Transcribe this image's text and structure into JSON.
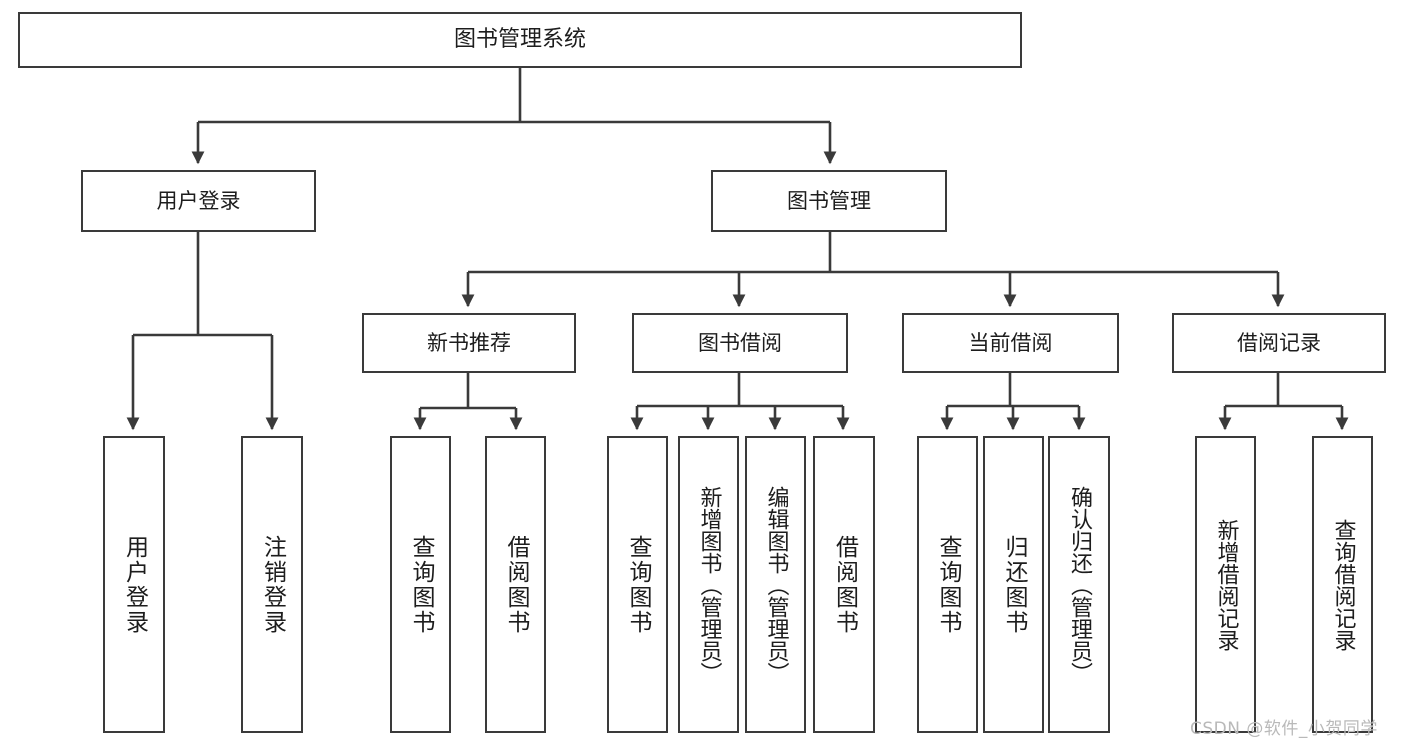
{
  "diagram": {
    "type": "tree-hierarchy",
    "title": "图书管理系统功能结构图",
    "line_color": "#3a3a3a",
    "box_fill": "#ffffff",
    "text_color": "#1d1d1d"
  },
  "root": {
    "label": "图书管理系统"
  },
  "level2": [
    {
      "label": "用户登录"
    },
    {
      "label": "图书管理"
    }
  ],
  "level3": [
    {
      "label": "新书推荐"
    },
    {
      "label": "图书借阅"
    },
    {
      "label": "当前借阅"
    },
    {
      "label": "借阅记录"
    }
  ],
  "leaves": {
    "user_login": [
      {
        "label": "用户登录"
      },
      {
        "label": "注销登录"
      }
    ],
    "new_book_recommend": [
      {
        "label": "查询图书"
      },
      {
        "label": "借阅图书"
      }
    ],
    "book_borrow": [
      {
        "label": "查询图书"
      },
      {
        "label": "新增图书（管理员）"
      },
      {
        "label": "编辑图书（管理员）"
      },
      {
        "label": "借阅图书"
      }
    ],
    "current_borrow": [
      {
        "label": "查询图书"
      },
      {
        "label": "归还图书"
      },
      {
        "label": "确认归还（管理员）"
      }
    ],
    "borrow_record": [
      {
        "label": "新增借阅记录"
      },
      {
        "label": "查询借阅记录"
      }
    ]
  },
  "watermark": {
    "text": "CSDN @软件_小贺同学",
    "color": "#b9b9b9"
  }
}
